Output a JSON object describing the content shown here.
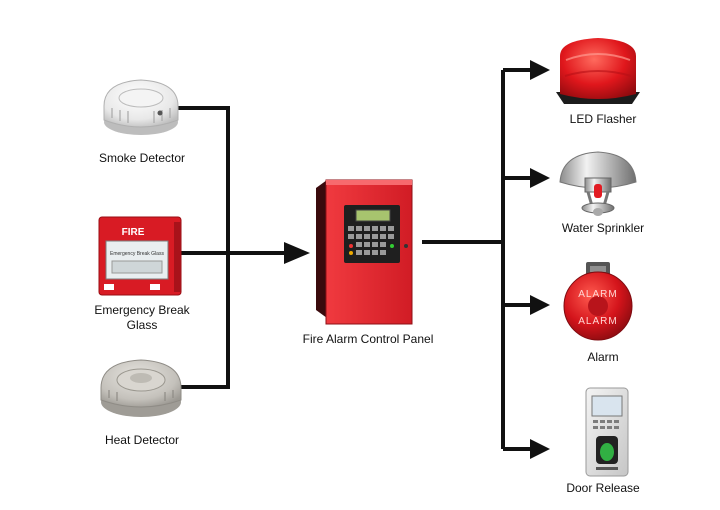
{
  "inputs": [
    {
      "label": "Smoke Detector",
      "icon": "smoke-detector-icon"
    },
    {
      "label_line1": "Emergency Break",
      "label_line2": "Glass",
      "panel_text": "FIRE",
      "glass_text": "Emergency Break Glass",
      "icon": "break-glass-icon"
    },
    {
      "label": "Heat Detector",
      "icon": "heat-detector-icon"
    }
  ],
  "controller": {
    "label": "Fire Alarm Control Panel",
    "icon": "control-panel-icon"
  },
  "outputs": [
    {
      "label": "LED Flasher",
      "icon": "led-flasher-icon"
    },
    {
      "label": "Water Sprinkler",
      "icon": "water-sprinkler-icon"
    },
    {
      "label": "Alarm",
      "bell_text": "ALARM",
      "icon": "alarm-bell-icon"
    },
    {
      "label": "Door Release",
      "icon": "door-release-icon"
    }
  ],
  "colors": {
    "line": "#111111",
    "red": "#e0202a",
    "dark_red": "#a50f16",
    "grey": "#c9c9c9"
  }
}
